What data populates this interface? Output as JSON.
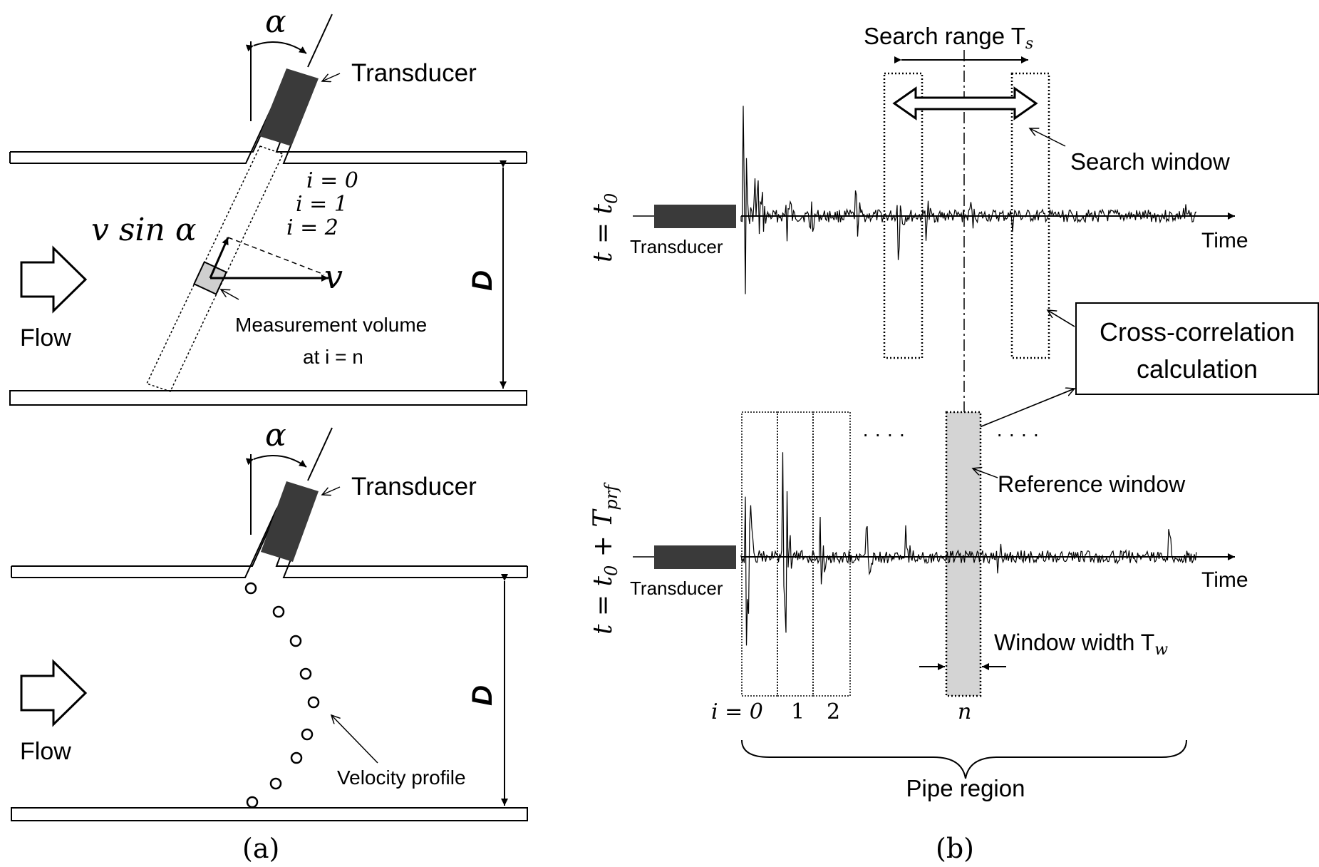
{
  "panel_a": {
    "caption": "(a)",
    "top": {
      "alpha": "α",
      "transducer": "Transducer",
      "i0": "i = 0",
      "i1": "i = 1",
      "i2": "i = 2",
      "vsin": "v sin α",
      "v": "v",
      "meas1": "Measurement volume",
      "meas2": "at i = n",
      "D": "D",
      "flow": "Flow"
    },
    "bottom": {
      "alpha": "α",
      "transducer": "Transducer",
      "D": "D",
      "flow": "Flow",
      "velocity_profile": "Velocity profile"
    }
  },
  "panel_b": {
    "caption": "(b)",
    "search_range": "Search range T",
    "search_range_sub": "s",
    "search_window": "Search window",
    "t_top": "t = t",
    "t_top_sub": "0",
    "t_bottom": "t = t",
    "t_bottom_sub0": "0",
    "t_bottom_plus": " + T",
    "t_bottom_sub1": "prf",
    "transducer_top": "Transducer",
    "transducer_bottom": "Transducer",
    "time_top": "Time",
    "time_bottom": "Time",
    "cc_line1": "Cross-correlation",
    "cc_line2": "calculation",
    "reference_window": "Reference window",
    "window_width": "Window width T",
    "window_width_sub": "w",
    "dots_left": "· · · ·",
    "dots_right": "· · · ·",
    "idx_i0": "i = 0",
    "idx_1": "1",
    "idx_2": "2",
    "idx_n": "n",
    "pipe_region": "Pipe region"
  },
  "colors": {
    "transducer": "#3a3a3a",
    "reference_fill": "#d4d4d4",
    "line": "#000000"
  }
}
